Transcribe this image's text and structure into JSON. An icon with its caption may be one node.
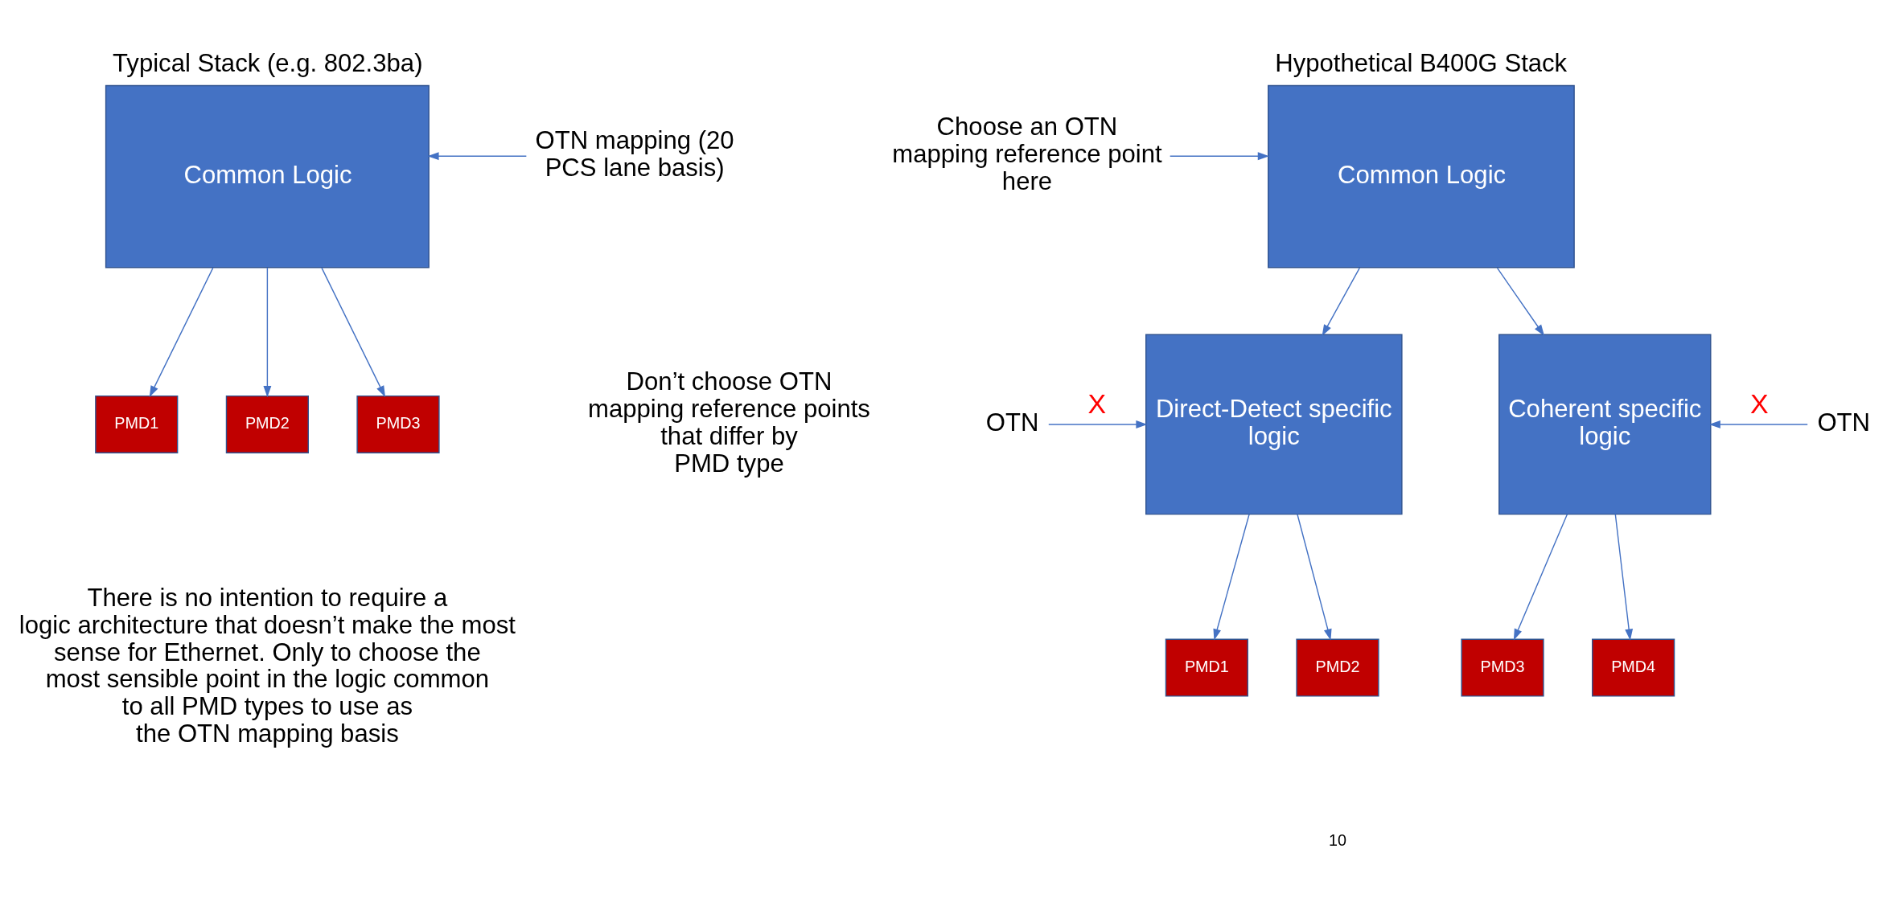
{
  "diagram": {
    "nodes": [
      {
        "text": [
          "Common Logic"
        ],
        "beside": [
          "Typical Stack (e.g. 802.3ba)"
        ]
      },
      {
        "text": [
          "PMD1"
        ]
      },
      {
        "text": [
          "PMD2"
        ]
      },
      {
        "text": [
          "PMD3"
        ]
      },
      {
        "text": [
          "OTN mapping (20 PCS lane basis)"
        ]
      },
      {
        "text": [
          "Common Logic"
        ],
        "beside": [
          "Hypothetical B400G Stack"
        ]
      },
      {
        "text": [
          "Choose an OTN mapping reference point here"
        ]
      },
      {
        "text": [
          "Direct-Detect specific logic"
        ]
      },
      {
        "text": [
          "Coherent specific logic"
        ]
      },
      {
        "text": [
          "PMD1"
        ]
      },
      {
        "text": [
          "PMD2"
        ]
      },
      {
        "text": [
          "PMD3"
        ]
      },
      {
        "text": [
          "PMD4"
        ]
      },
      {
        "text": [
          "OTN"
        ]
      },
      {
        "text": [
          "OTN"
        ]
      }
    ],
    "edges": [
      {
        "from": 0,
        "to": 1,
        "arrow": "to"
      },
      {
        "from": 0,
        "to": 2,
        "arrow": "to"
      },
      {
        "from": 0,
        "to": 3,
        "arrow": "to"
      },
      {
        "from": 4,
        "to": 0,
        "arrow": "to"
      },
      {
        "from": 6,
        "to": 5,
        "arrow": "to"
      },
      {
        "from": 5,
        "to": 7,
        "arrow": "to"
      },
      {
        "from": 5,
        "to": 8,
        "arrow": "to"
      },
      {
        "from": 7,
        "to": 9,
        "arrow": "to"
      },
      {
        "from": 7,
        "to": 10,
        "arrow": "to"
      },
      {
        "from": 8,
        "to": 11,
        "arrow": "to"
      },
      {
        "from": 8,
        "to": 12,
        "arrow": "to"
      },
      {
        "from": 13,
        "to": 7,
        "arrow": "to",
        "label": "X"
      },
      {
        "from": 14,
        "to": 8,
        "arrow": "to",
        "label": "X"
      }
    ],
    "labels": [
      "Don’t choose OTN mapping reference points that differ by PMD type",
      "There is no intention to require a logic architecture that doesn’t make the most sense for Ethernet. Only to choose the most sensible point in the logic common to all PMD types to use as the OTN mapping basis",
      "10"
    ]
  }
}
